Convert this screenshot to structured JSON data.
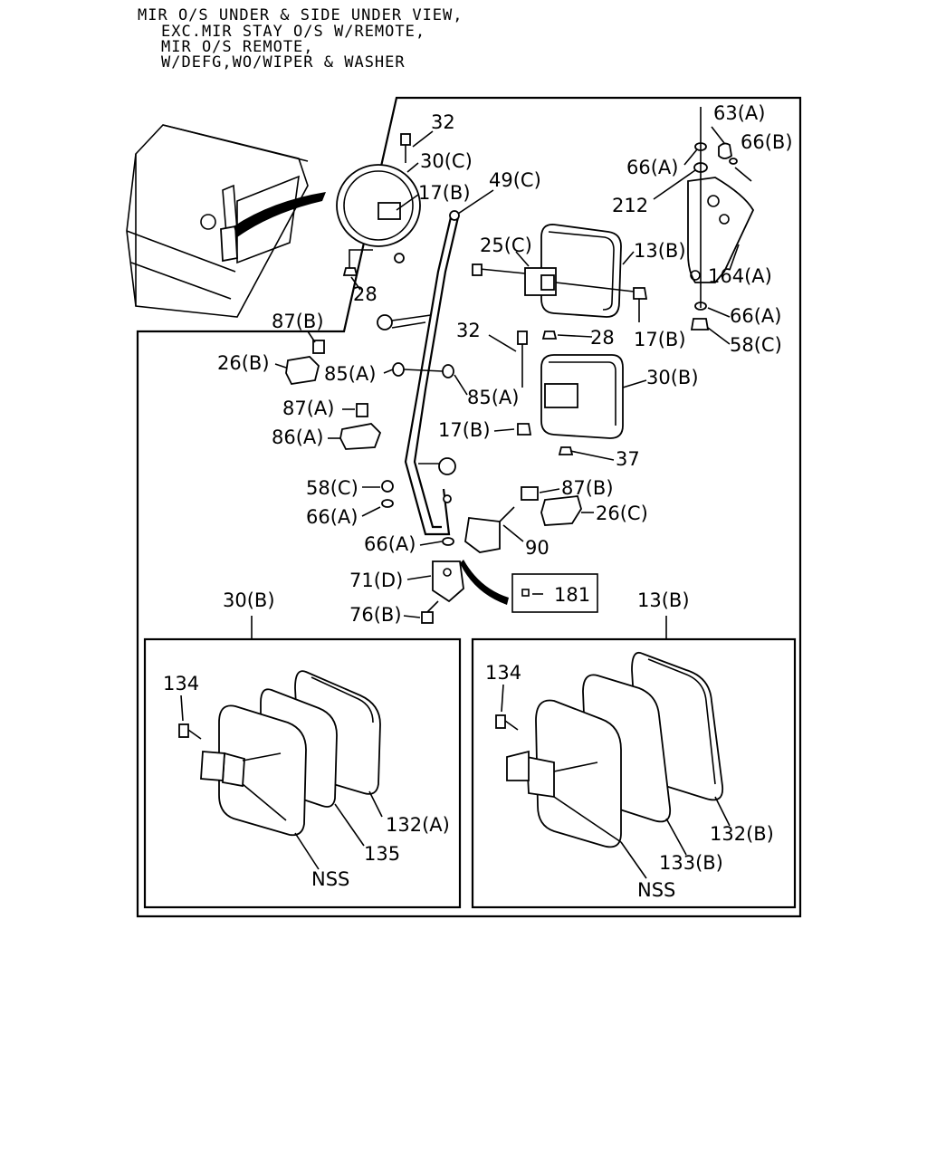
{
  "header": {
    "lines": [
      "MIR O/S UNDER & SIDE UNDER VIEW,",
      "EXC.MIR STAY O/S W/REMOTE,",
      "MIR O/S REMOTE,",
      "W/DEFG,WO/WIPER & WASHER"
    ]
  },
  "callouts": {
    "c32_top": "32",
    "c30c": "30(C)",
    "c17b_top": "17(B)",
    "c49c": "49(C)",
    "c28_top": "28",
    "c63a": "63(A)",
    "c66b": "66(B)",
    "c66a_top": "66(A)",
    "c212": "212",
    "c25c": "25(C)",
    "c13b_main": "13(B)",
    "c164a": "164(A)",
    "c66a_right": "66(A)",
    "c58c_right": "58(C)",
    "c87b_top": "87(B)",
    "c26b": "26(B)",
    "c85a_left": "85(A)",
    "c85a_right": "85(A)",
    "c32_mid": "32",
    "c28_mid": "28",
    "c17b_mid": "17(B)",
    "c30b_main": "30(B)",
    "c87a": "87(A)",
    "c86a": "86(A)",
    "c17b_low": "17(B)",
    "c37": "37",
    "c58c_left": "58(C)",
    "c66a_left": "66(A)",
    "c87b_low": "87(B)",
    "c26c": "26(C)",
    "c66a_low": "66(A)",
    "c90": "90",
    "c71d": "71(D)",
    "c181": "181",
    "c76b": "76(B)",
    "c30b_box": "30(B)",
    "c13b_box": "13(B)"
  },
  "detail_left": {
    "c134": "134",
    "c132a": "132(A)",
    "c135": "135",
    "nss": "NSS"
  },
  "detail_right": {
    "c134": "134",
    "c132b": "132(B)",
    "c133b": "133(B)",
    "nss": "NSS"
  }
}
